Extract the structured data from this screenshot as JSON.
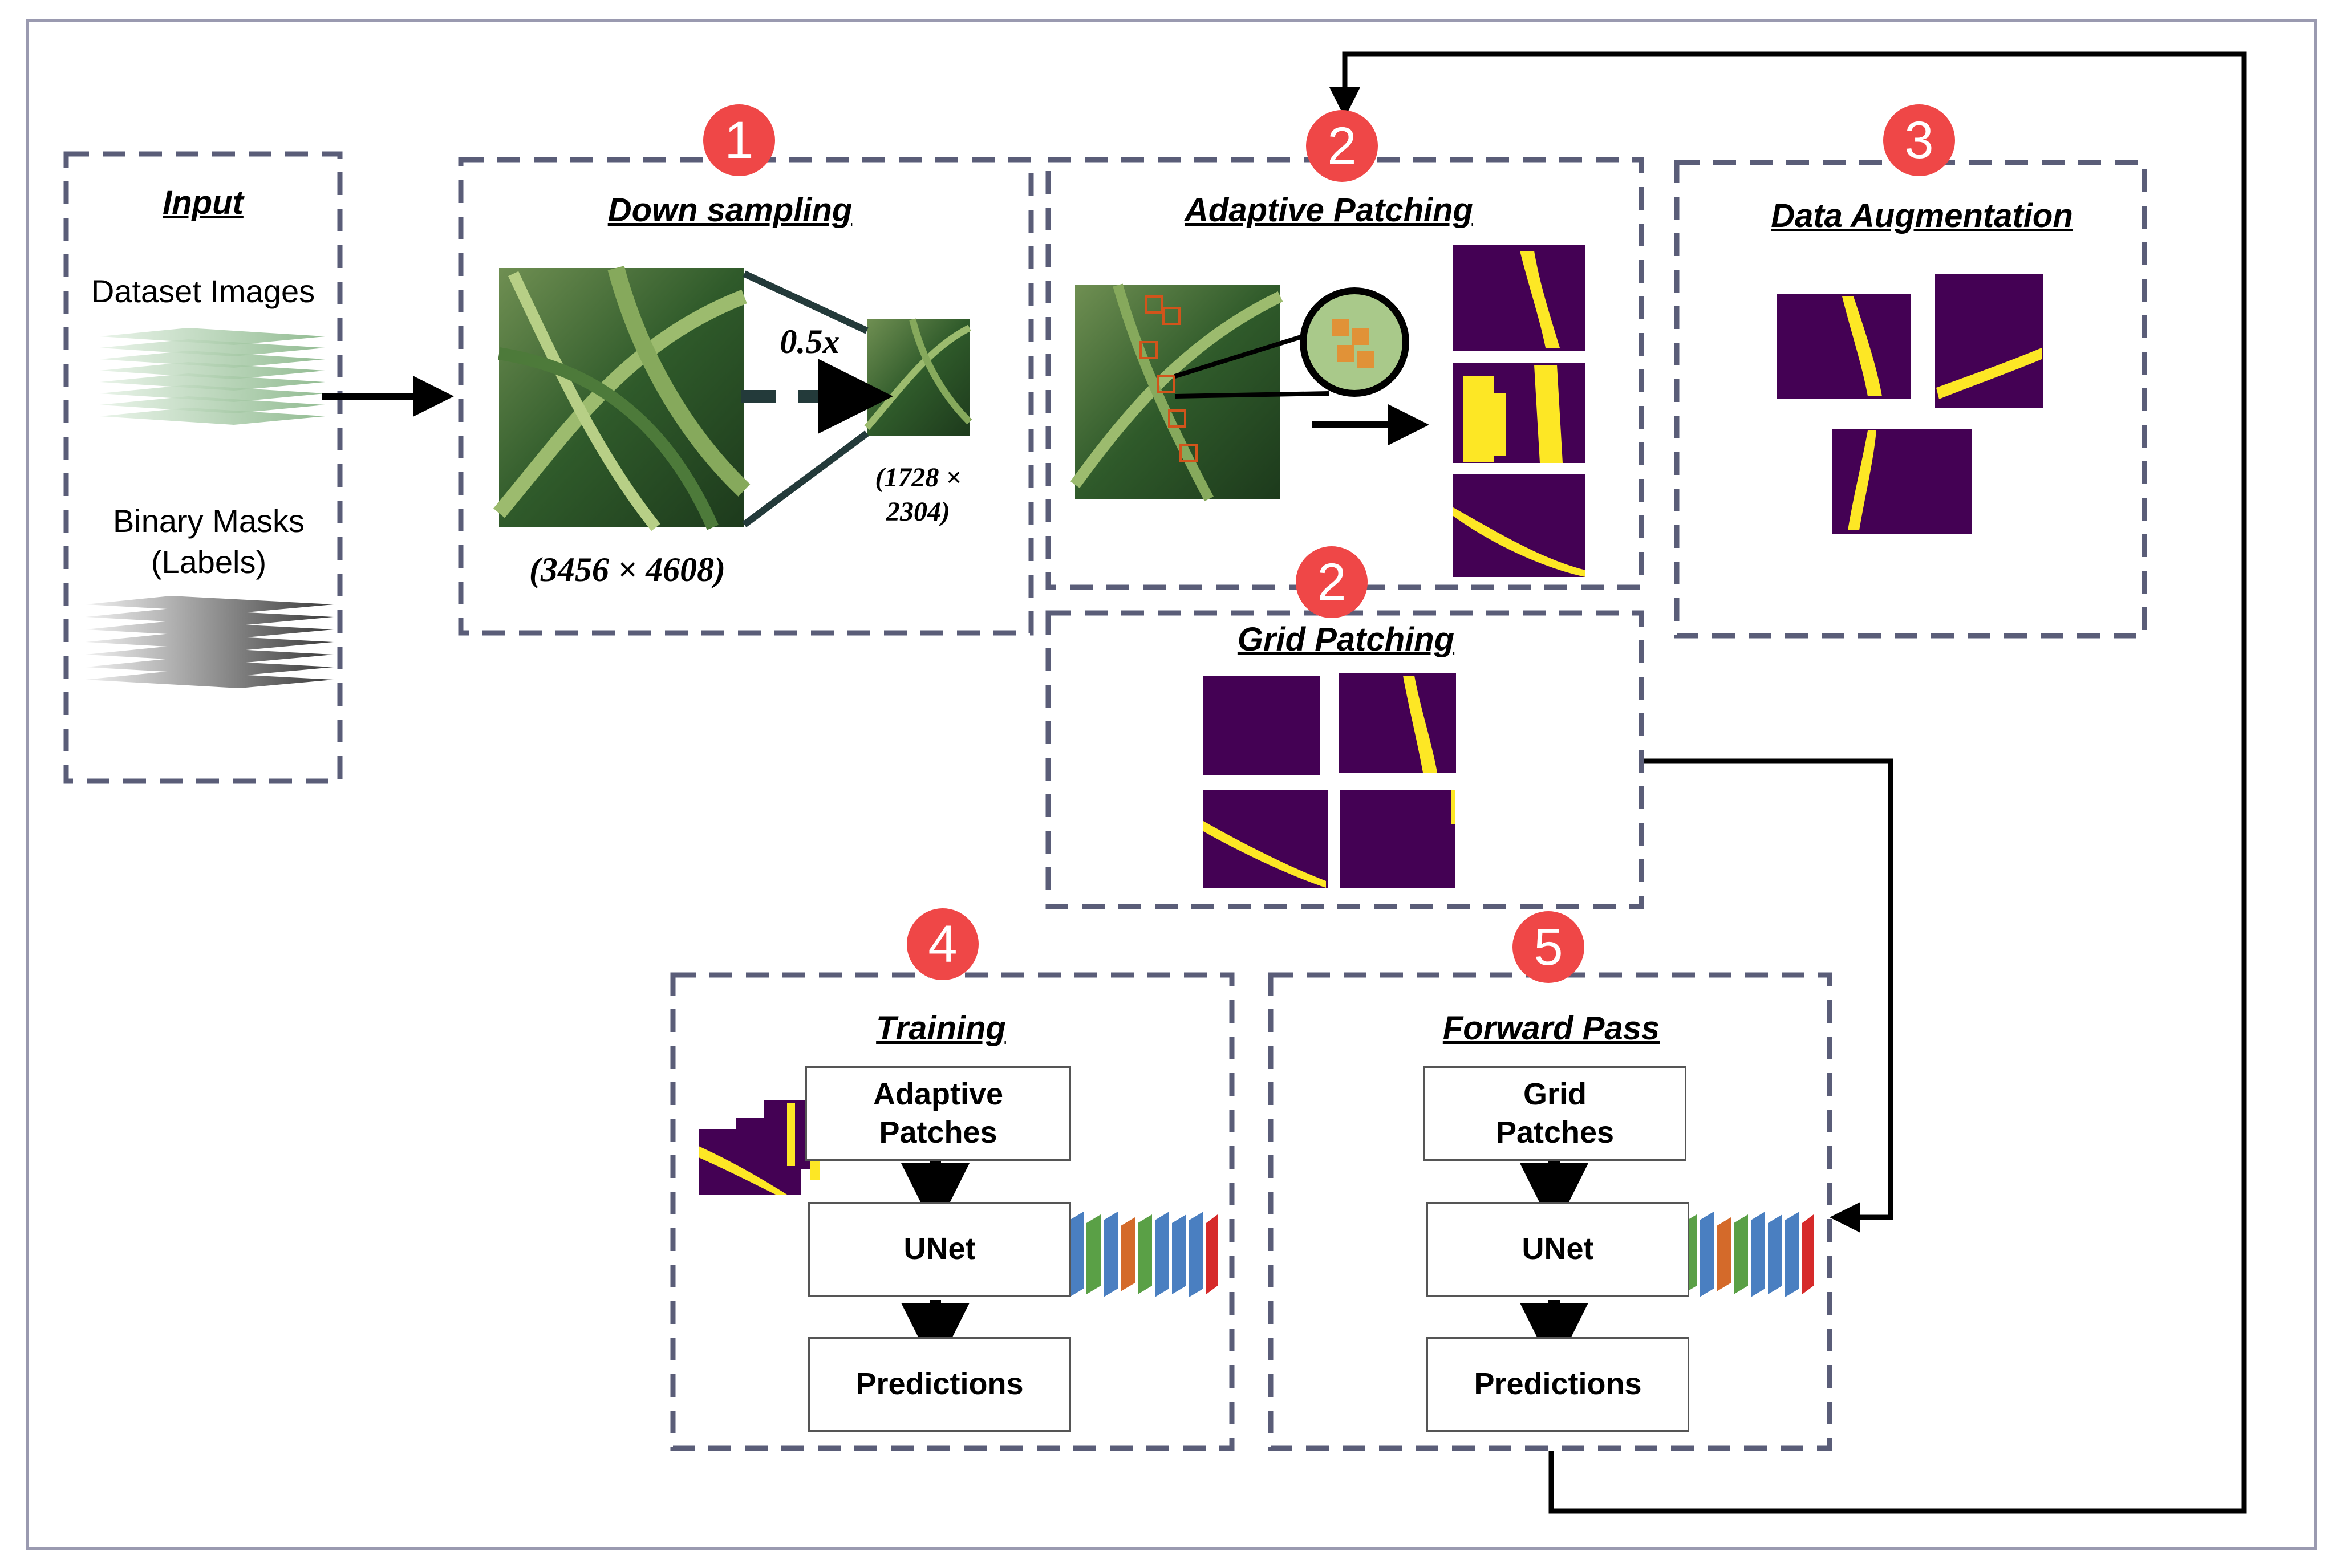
{
  "steps": {
    "input": {
      "title": "Input",
      "dataset_label": "Dataset Images",
      "masks_label_line1": "Binary Masks",
      "masks_label_line2": "(Labels)"
    },
    "downsampling": {
      "badge": "1",
      "title": "Down sampling",
      "scale": "0.5x",
      "orig_size": "(3456 × 4608)",
      "new_size_line1": "(1728 ×",
      "new_size_line2": "2304)"
    },
    "adaptive_patching": {
      "badge": "2",
      "title": "Adaptive Patching"
    },
    "grid_patching": {
      "badge": "2",
      "title": "Grid Patching"
    },
    "data_augmentation": {
      "badge": "3",
      "title": "Data Augmentation"
    },
    "training": {
      "badge": "4",
      "title": "Training",
      "patches_line1": "Adaptive",
      "patches_line2": "Patches",
      "model": "UNet",
      "output": "Predictions"
    },
    "forward_pass": {
      "badge": "5",
      "title": "Forward Pass",
      "patches_line1": "Grid",
      "patches_line2": "Patches",
      "model": "UNet",
      "output": "Predictions"
    }
  },
  "colors": {
    "badge": "#ef4747",
    "dashed_border": "#5a5d78",
    "mask_bg": "#440154",
    "mask_fg": "#fde725",
    "frame": "#9a9ab0"
  }
}
